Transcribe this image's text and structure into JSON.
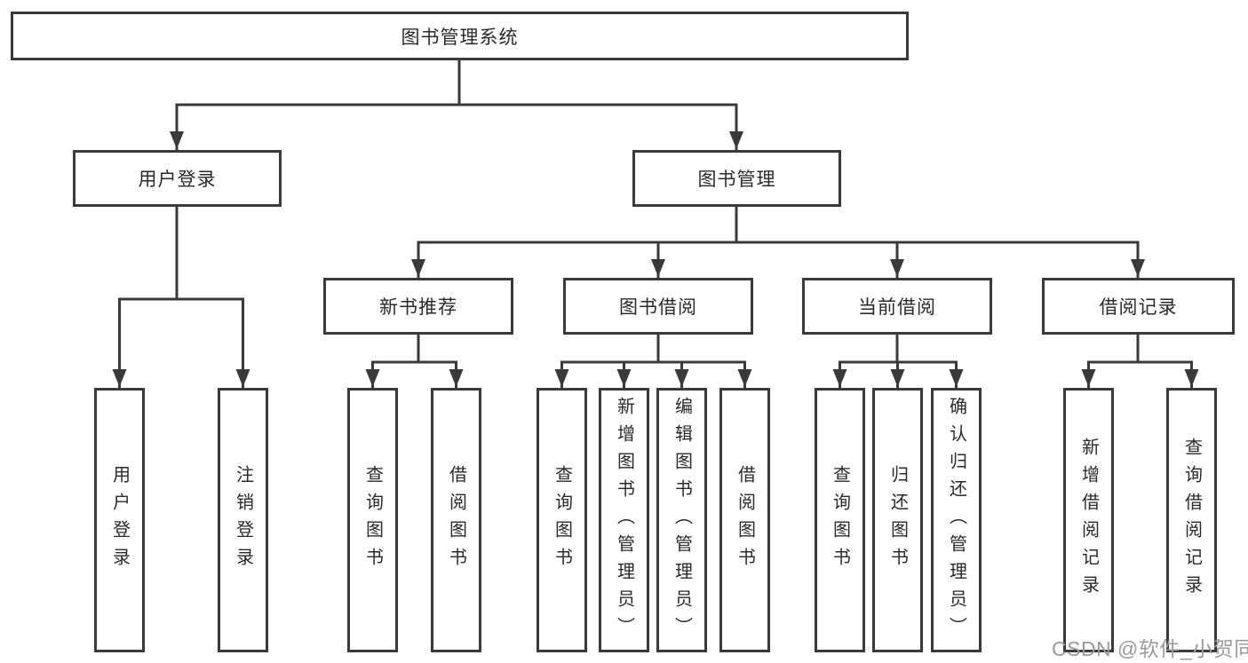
{
  "diagram": {
    "root": {
      "label": "图书管理系统"
    },
    "level2": [
      {
        "label": "用户登录"
      },
      {
        "label": "图书管理"
      }
    ],
    "level3": [
      {
        "label": "新书推荐"
      },
      {
        "label": "图书借阅"
      },
      {
        "label": "当前借阅"
      },
      {
        "label": "借阅记录"
      }
    ],
    "leaves": [
      {
        "label": "用户登录"
      },
      {
        "label": "注销登录"
      },
      {
        "label": "查询图书"
      },
      {
        "label": "借阅图书"
      },
      {
        "label": "查询图书"
      },
      {
        "label": "新增图书（管理员）"
      },
      {
        "label": "编辑图书（管理员）"
      },
      {
        "label": "借阅图书"
      },
      {
        "label": "查询图书"
      },
      {
        "label": "归还图书"
      },
      {
        "label": "确认归还（管理员）"
      },
      {
        "label": "新增借阅记录"
      },
      {
        "label": "查询借阅记录"
      }
    ],
    "watermark": "CSDN @软件_小贺同学",
    "colors": {
      "line": "#3a3a3c",
      "text": "#2a2a2e",
      "watermark": "#9b9b9b",
      "background": "#ffffff"
    }
  }
}
